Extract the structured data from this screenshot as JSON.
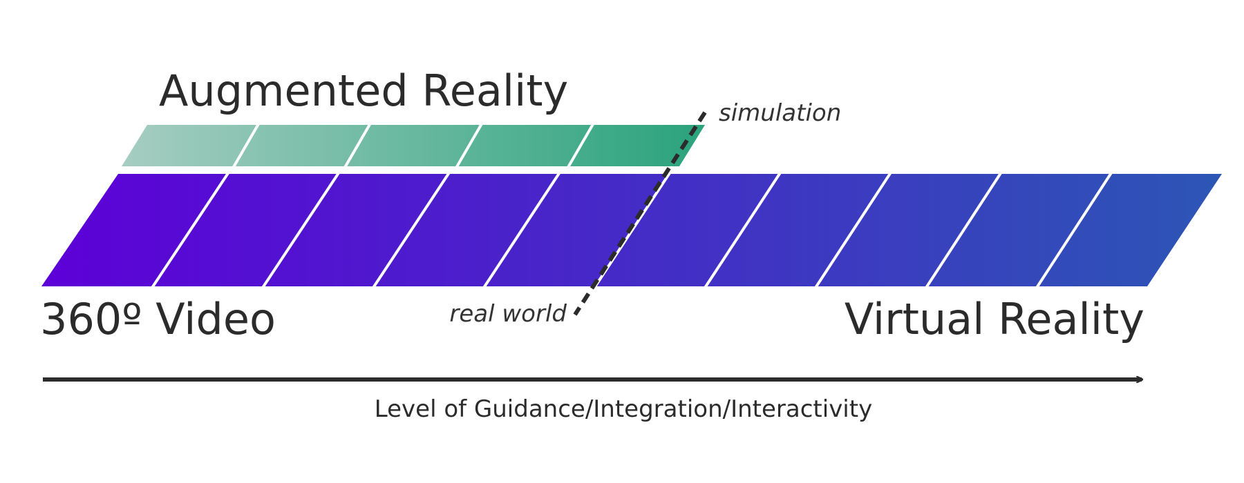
{
  "labels": {
    "augmented_reality": "Augmented Reality",
    "video_360": "360º Video",
    "virtual_reality": "Virtual Reality",
    "simulation": "simulation",
    "real_world": "real world",
    "axis": "Level of Guidance/Integration/Interactivity"
  },
  "spectrum": {
    "ar_segments": 5,
    "main_segments": 10,
    "ar_colors": [
      "#a6cdc2",
      "#2aa37c"
    ],
    "main_colors": [
      "#5d00d8",
      "#2c56b5"
    ],
    "line_color": "#2b2b2b"
  }
}
